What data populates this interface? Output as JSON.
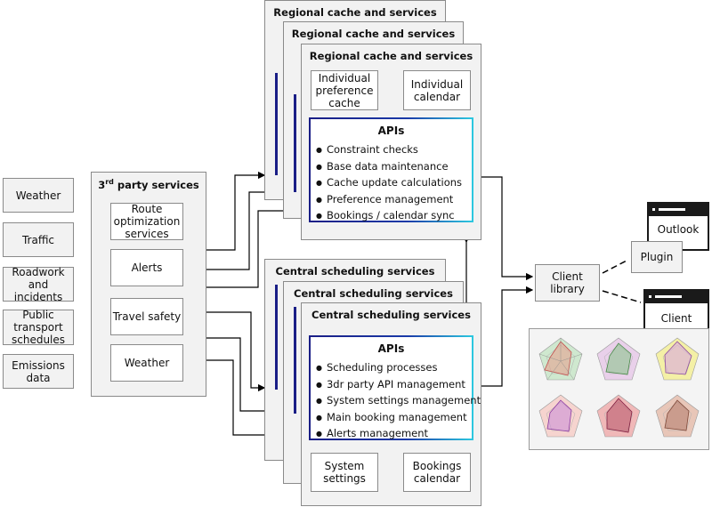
{
  "left_sources": [
    "Weather",
    "Traffic",
    "Roadwork and incidents",
    "Public transport schedules",
    "Emissions data"
  ],
  "third_party": {
    "title_main": "3",
    "title_sup": "rd",
    "title_rest": " party services",
    "items": [
      "Route optimization services",
      "Alerts",
      "Travel safety",
      "Weather"
    ]
  },
  "regional": {
    "title": "Regional cache and services",
    "individual_preference_cache": "Individual preference cache",
    "individual_calendar": "Individual calendar",
    "apis_title": "APIs",
    "apis": [
      "Constraint checks",
      "Base data maintenance",
      "Cache update calculations",
      "Preference management",
      "Bookings / calendar sync"
    ]
  },
  "central": {
    "title": "Central scheduling services",
    "apis_title": "APIs",
    "apis": [
      "Scheduling processes",
      "3dr party API management",
      "System settings management",
      "Main booking management",
      "Alerts management"
    ],
    "system_settings": "System settings",
    "bookings_calendar": "Bookings calendar"
  },
  "client_library": "Client library",
  "plugin": "Plugin",
  "outlook": "Outlook",
  "client": "Client",
  "colors": {
    "apis_gradient_start": "#1a1e86",
    "apis_gradient_end": "#2cc8e0",
    "window_bar": "#1a1a1a"
  }
}
